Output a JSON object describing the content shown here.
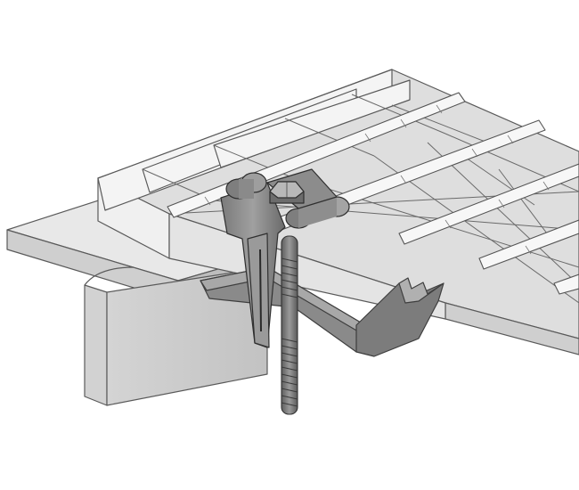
{
  "illustration": {
    "subject": "grating-fastener-clip",
    "parts": [
      "steel-beam-flange",
      "bar-grating",
      "saddle-clip",
      "hex-bolt",
      "threaded-rod",
      "lower-clamp-jaw"
    ],
    "colors": {
      "background": "#ffffff",
      "beam_light": "#e6e6e6",
      "beam_mid": "#cfcfcf",
      "beam_dark": "#a9a9a9",
      "grating": "#d9d9d9",
      "grating_shadow": "#b8b8b8",
      "twisted_bar": "#f2f2f2",
      "clip_dark": "#6e6e6e",
      "clip_mid": "#8c8c8c",
      "clip_light": "#b5b5b5",
      "outline": "#4a4a4a"
    }
  }
}
